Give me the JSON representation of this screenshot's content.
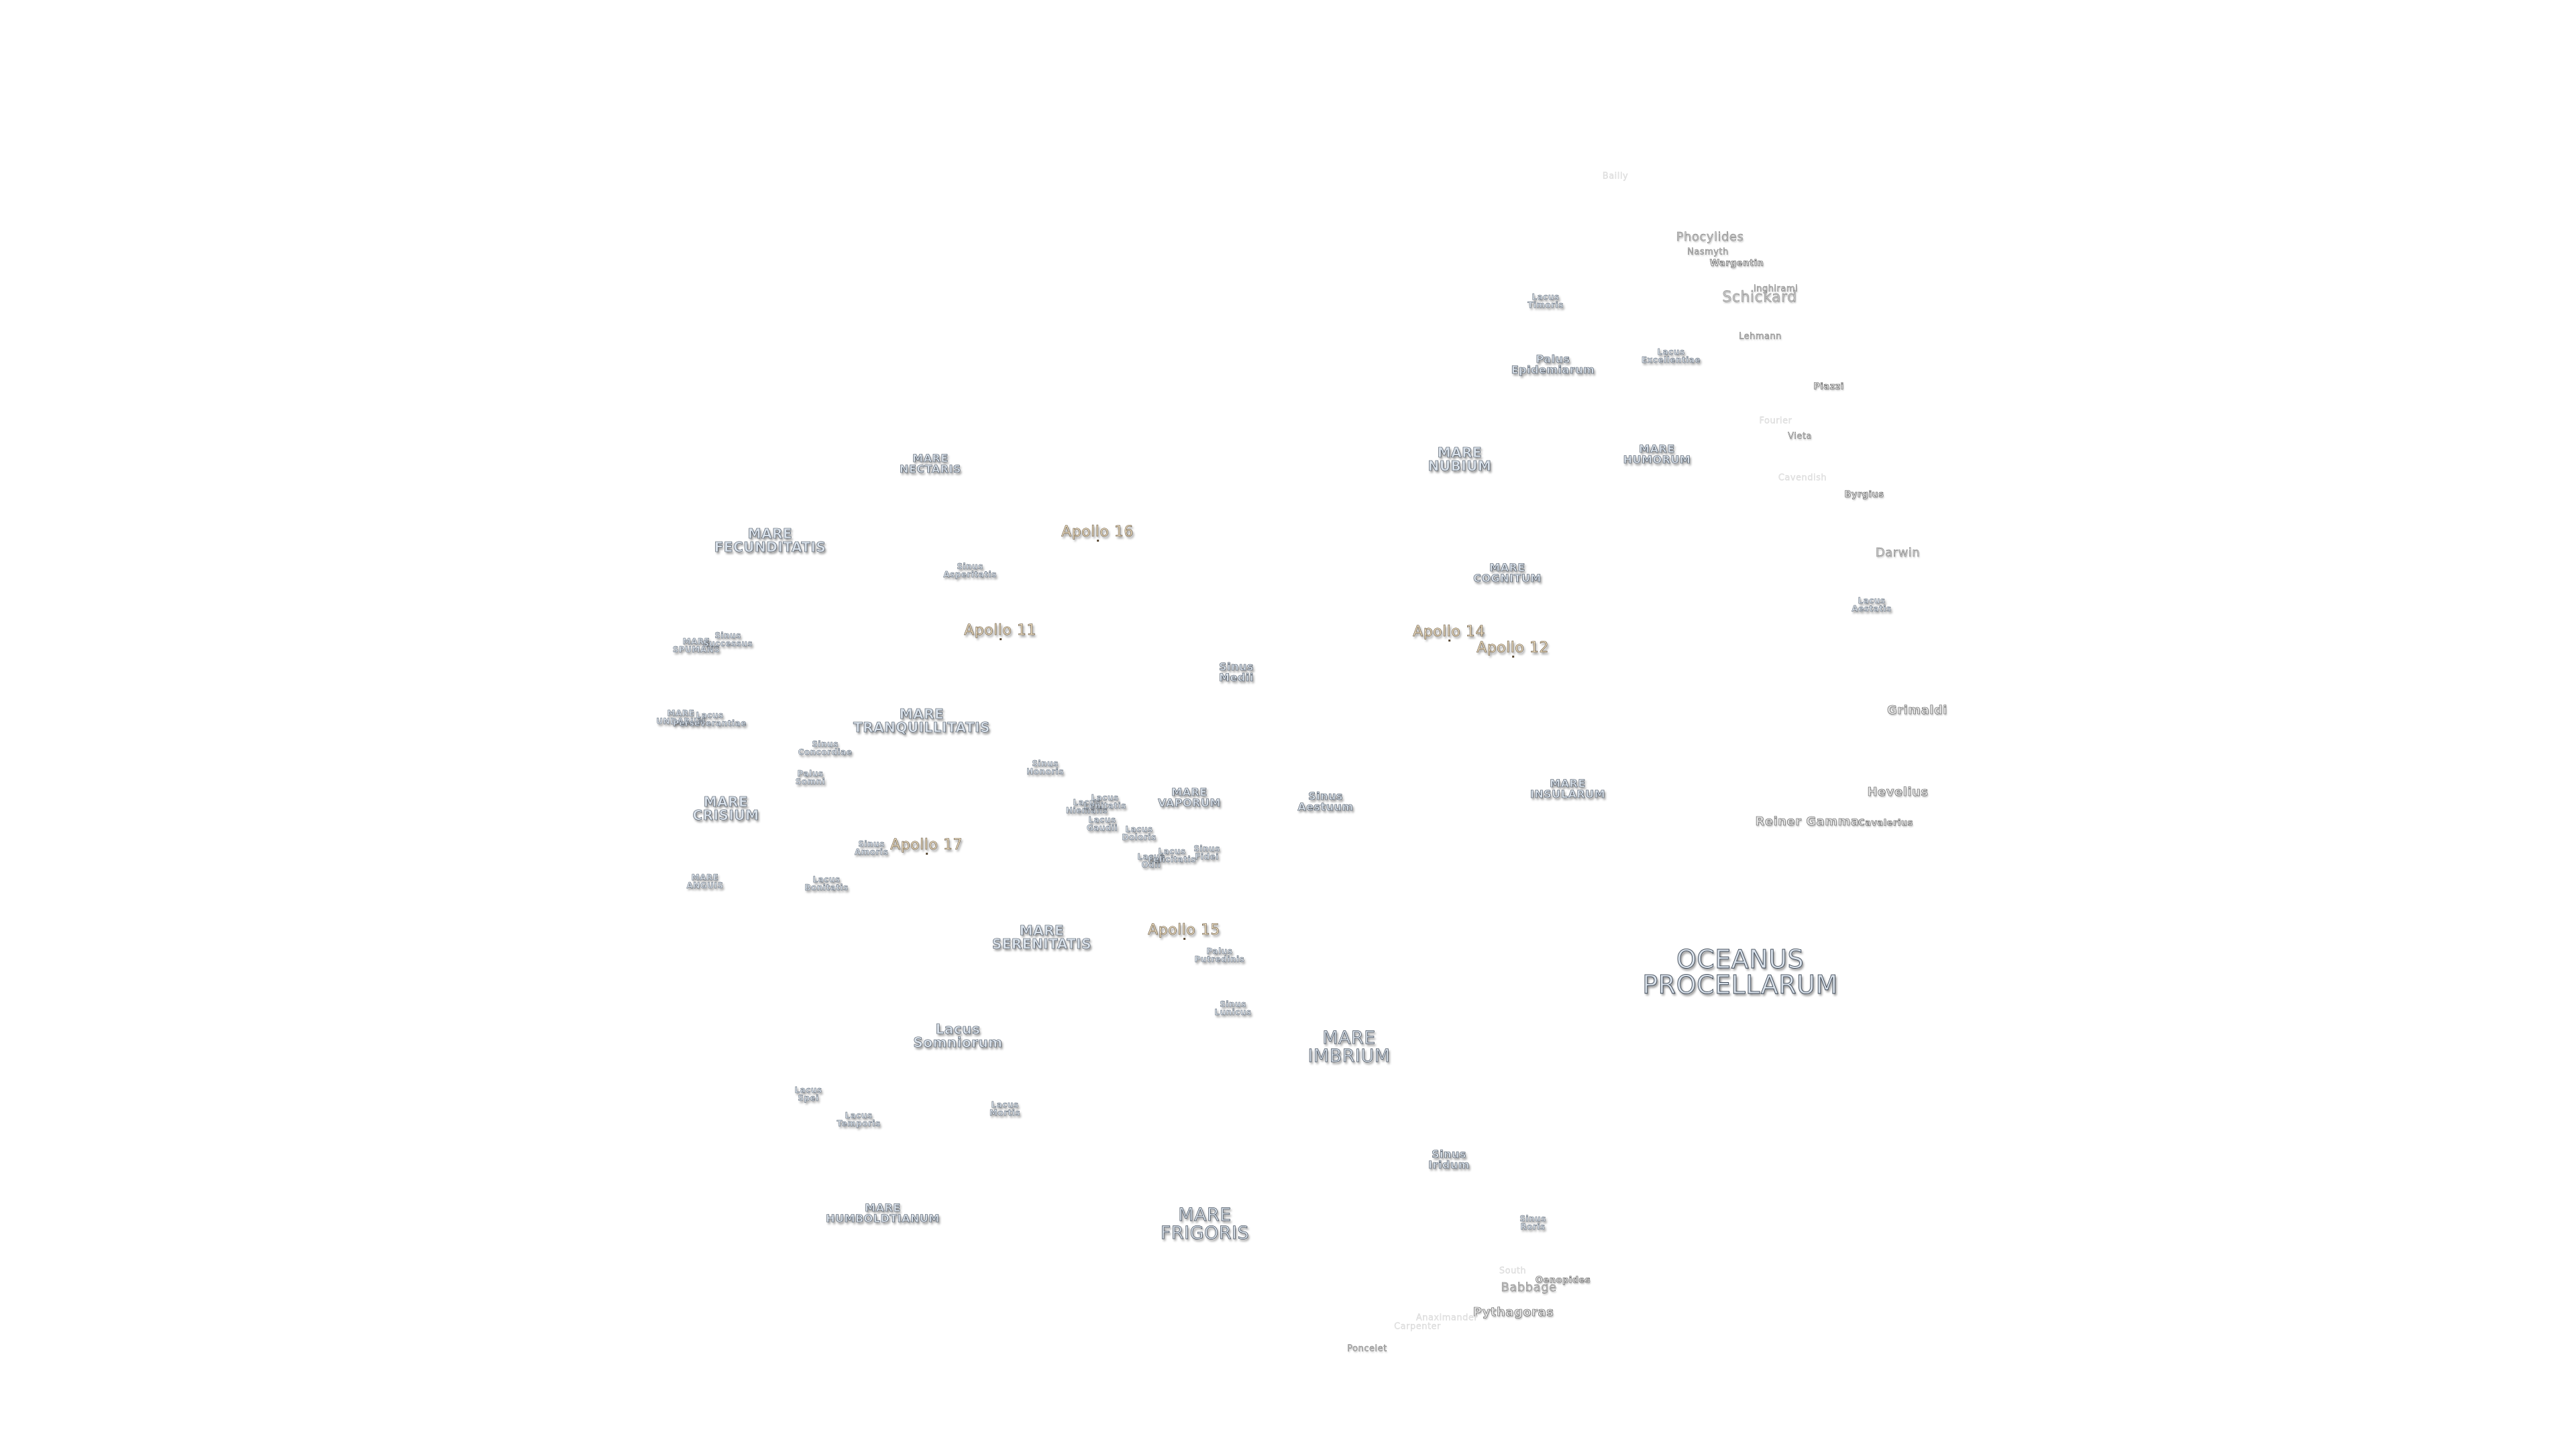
{
  "map": {
    "maria": {
      "oceanus_procellarum": "OCEANUS\nPROCELLARUM",
      "mare_imbrium": "MARE\nIMBRIUM",
      "mare_frigoris": "MARE\nFRIGORIS",
      "mare_serenitatis": "MARE\nSERENITATIS",
      "mare_tranquillitatis": "MARE\nTRANQUILLITATIS",
      "mare_crisium": "MARE\nCRISIUM",
      "mare_fecunditatis": "MARE\nFECUNDITATIS",
      "mare_nectaris": "MARE\nNECTARIS",
      "mare_nubium": "MARE\nNUBIUM",
      "mare_humorum": "MARE\nHUMORUM",
      "mare_cognitum": "MARE\nCOGNITUM",
      "mare_insularum": "MARE\nINSULARUM",
      "mare_vaporum": "MARE\nVAPORUM",
      "mare_humboldtianum": "MARE\nHUMBOLDTIANUM",
      "mare_anguis": "MARE\nANGUIS",
      "mare_spumans": "MARE\nSPUMANS",
      "mare_undarum": "MARE\nUNDARUM"
    },
    "features": {
      "sinus_medii": "Sinus\nMedii",
      "sinus_aestuum": "Sinus\nAestuum",
      "sinus_iridum": "Sinus\nIridum",
      "sinus_roris": "Sinus\nRoris",
      "sinus_asperitatis": "Sinus\nAsperitatis",
      "sinus_concordiae": "Sinus\nConcordiae",
      "sinus_amoris": "Sinus\nAmoris",
      "sinus_honoris": "Sinus\nHonoris",
      "sinus_fidei": "Sinus\nFidei",
      "sinus_lunicus": "Sinus\nLunicus",
      "sinus_successus": "Sinus\nSuccessus",
      "palus_epidemiarum": "Palus\nEpidemiarum",
      "palus_putredinis": "Palus\nPutredinis",
      "palus_somni": "Palus\nSomni",
      "lacus_somniorum": "Lacus\nSomniorum",
      "lacus_temporis": "Lacus\nTemporis",
      "lacus_mortis": "Lacus\nMortis",
      "lacus_spei": "Lacus\nSpei",
      "lacus_timoris": "Lacus\nTimoris",
      "lacus_excellentiae": "Lacus\nExcellentiae",
      "lacus_aestatis": "Lacus\nAestatis",
      "lacus_bonitatis": "Lacus\nBonitatis",
      "lacus_doloris": "Lacus\nDoloris",
      "lacus_gaudii": "Lacus\nGaudii",
      "lacus_hiemalis": "Lacus\nHiemalis",
      "lacus_lenitatis": "Lacus\nLenitatis",
      "lacus_odii": "Lacus\nOdii",
      "lacus_felicitatis": "Lacus\nFelicitatis",
      "lacus_perseverantiae": "Lacus\nPerseverantiae"
    },
    "apollo_sites": {
      "apollo_11": "Apollo 11",
      "apollo_12": "Apollo 12",
      "apollo_14": "Apollo 14",
      "apollo_15": "Apollo 15",
      "apollo_16": "Apollo 16",
      "apollo_17": "Apollo 17"
    },
    "craters": {
      "phocylides": "Phocylides",
      "nasmyth": "Nasmyth",
      "wargentin": "Wargentin",
      "inghirami": "Inghirami",
      "schickard": "Schickard",
      "lehmann": "Lehmann",
      "piazzi": "Piazzi",
      "fourier": "Fourier",
      "vieta": "Vieta",
      "cavendish": "Cavendish",
      "byrgius": "Byrgius",
      "darwin": "Darwin",
      "grimaldi": "Grimaldi",
      "hevelius": "Hevelius",
      "cavalerius": "Cavalerius",
      "reiner_gamma": "Reiner Gamma",
      "pythagoras": "Pythagoras",
      "babbage": "Babbage",
      "oenopides": "Oenopides",
      "south": "South",
      "anaximander": "Anaximander",
      "carpenter": "Carpenter",
      "poncelet": "Poncelet",
      "top_faint": "Bailly"
    }
  }
}
